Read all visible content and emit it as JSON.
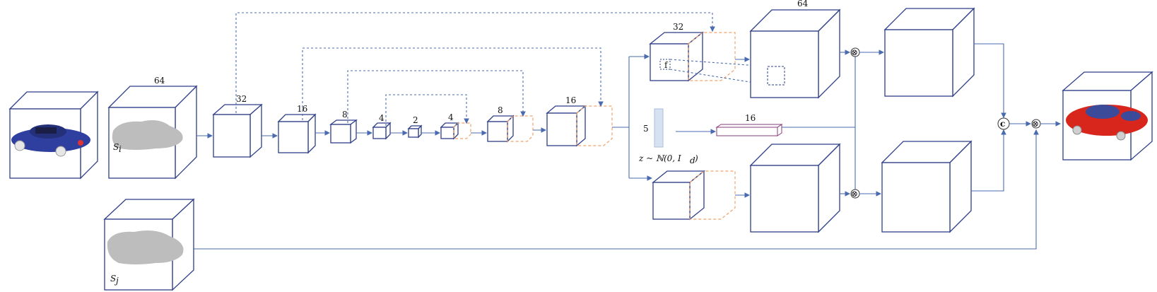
{
  "labels": {
    "input_shape_channels": "64",
    "enc1": "32",
    "enc2": "16",
    "enc3": "8",
    "enc4": "4",
    "bottleneck": "2",
    "dec1": "4",
    "dec2": "8",
    "dec3": "16",
    "branch_top": "32",
    "out_top": "64",
    "noise_dim": "5",
    "noise_vec": "16",
    "silhouette_i": "S",
    "silhouette_i_sub": "i",
    "silhouette_j": "S",
    "silhouette_j_sub": "j",
    "noise_formula": "z ~ ℕ(0, I",
    "noise_formula_sub": "d",
    "noise_formula_end": ")",
    "concat_symbol": "c",
    "multiply_symbol": "⊗",
    "mini_label": "f"
  },
  "colors": {
    "line": "#4a6bb0",
    "cube": "#2e3f8a",
    "dashed": "#f0a36b",
    "car_blue": "#2f3fa0",
    "car_red": "#d8261c",
    "silhouette": "#bdbdbd",
    "noise_box": "#d6e2f2",
    "noise_vec": "#8a3a7a"
  }
}
